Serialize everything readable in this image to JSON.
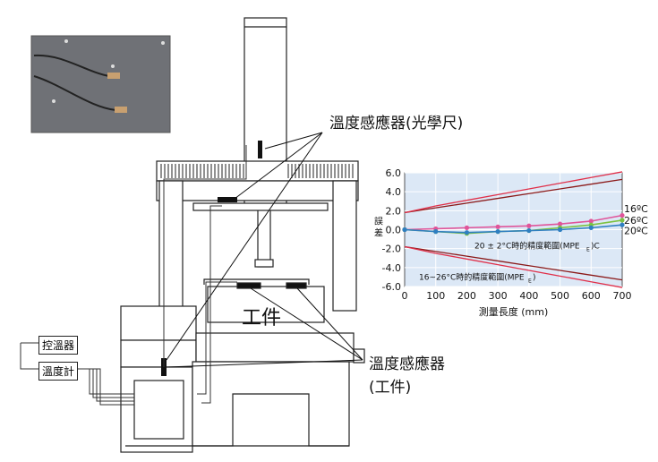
{
  "labels": {
    "sensor_scale": "溫度感應器(光學尺)",
    "sensor_work_line1": "溫度感應器",
    "sensor_work_line2": "(工件)",
    "workpiece": "工件",
    "controller": "控溫器",
    "thermometer": "溫度計"
  },
  "chart_data": {
    "type": "line",
    "x": [
      0,
      100,
      200,
      300,
      400,
      500,
      600,
      700
    ],
    "xlim": [
      0,
      700
    ],
    "ylim": [
      -6.0,
      6.0
    ],
    "xticks": [
      "0",
      "100",
      "200",
      "300",
      "400",
      "500",
      "600",
      "700"
    ],
    "yticks": [
      "6.0",
      "4.0",
      "2.0",
      "0.0",
      "-2.0",
      "-4.0",
      "-6.0"
    ],
    "xlabel": "測量長度 (mm)",
    "ylabel": "誤差",
    "series": [
      {
        "name": "16°C",
        "color": "#e0559a",
        "values": [
          0.0,
          0.1,
          0.2,
          0.3,
          0.4,
          0.6,
          0.9,
          1.5
        ]
      },
      {
        "name": "26°C",
        "color": "#7cc242",
        "values": [
          0.0,
          -0.2,
          -0.4,
          -0.2,
          -0.1,
          0.2,
          0.5,
          1.0
        ]
      },
      {
        "name": "20°C",
        "color": "#2f7fc1",
        "values": [
          0.0,
          -0.2,
          -0.3,
          -0.2,
          -0.1,
          0.0,
          0.2,
          0.5
        ]
      }
    ],
    "bounds": [
      {
        "name": "20 ± 2°C時的精度範圍(MPE_E)C",
        "color": "#8b1a1a",
        "values": [
          1.8,
          2.3,
          2.8,
          3.3,
          3.8,
          4.3,
          4.8,
          5.3
        ]
      },
      {
        "name": "20 ± 2°C時的精度範圍(MPE_E)C",
        "color": "#8b1a1a",
        "values": [
          -1.8,
          -2.3,
          -2.8,
          -3.3,
          -3.8,
          -4.3,
          -4.8,
          -5.3
        ]
      },
      {
        "name": "16~26°C時的精度範圍(MPE_E)",
        "color": "#e0304a",
        "values": [
          1.8,
          2.5,
          3.1,
          3.7,
          4.3,
          4.9,
          5.5,
          6.1
        ]
      },
      {
        "name": "16~26°C時的精度範圍(MPE_E)",
        "color": "#e0304a",
        "values": [
          -1.8,
          -2.5,
          -3.1,
          -3.7,
          -4.3,
          -4.9,
          -5.5,
          -6.1
        ]
      }
    ],
    "annotations": [
      "20 ± 2°C時的精度範圍(MPE",
      "E",
      ")C",
      "16~26°C時的精度範圍(MPE",
      "E",
      ")"
    ],
    "series_labels": [
      "16ºC",
      "26ºC",
      "20ºC"
    ],
    "grid": true,
    "background": "#dce8f6"
  }
}
